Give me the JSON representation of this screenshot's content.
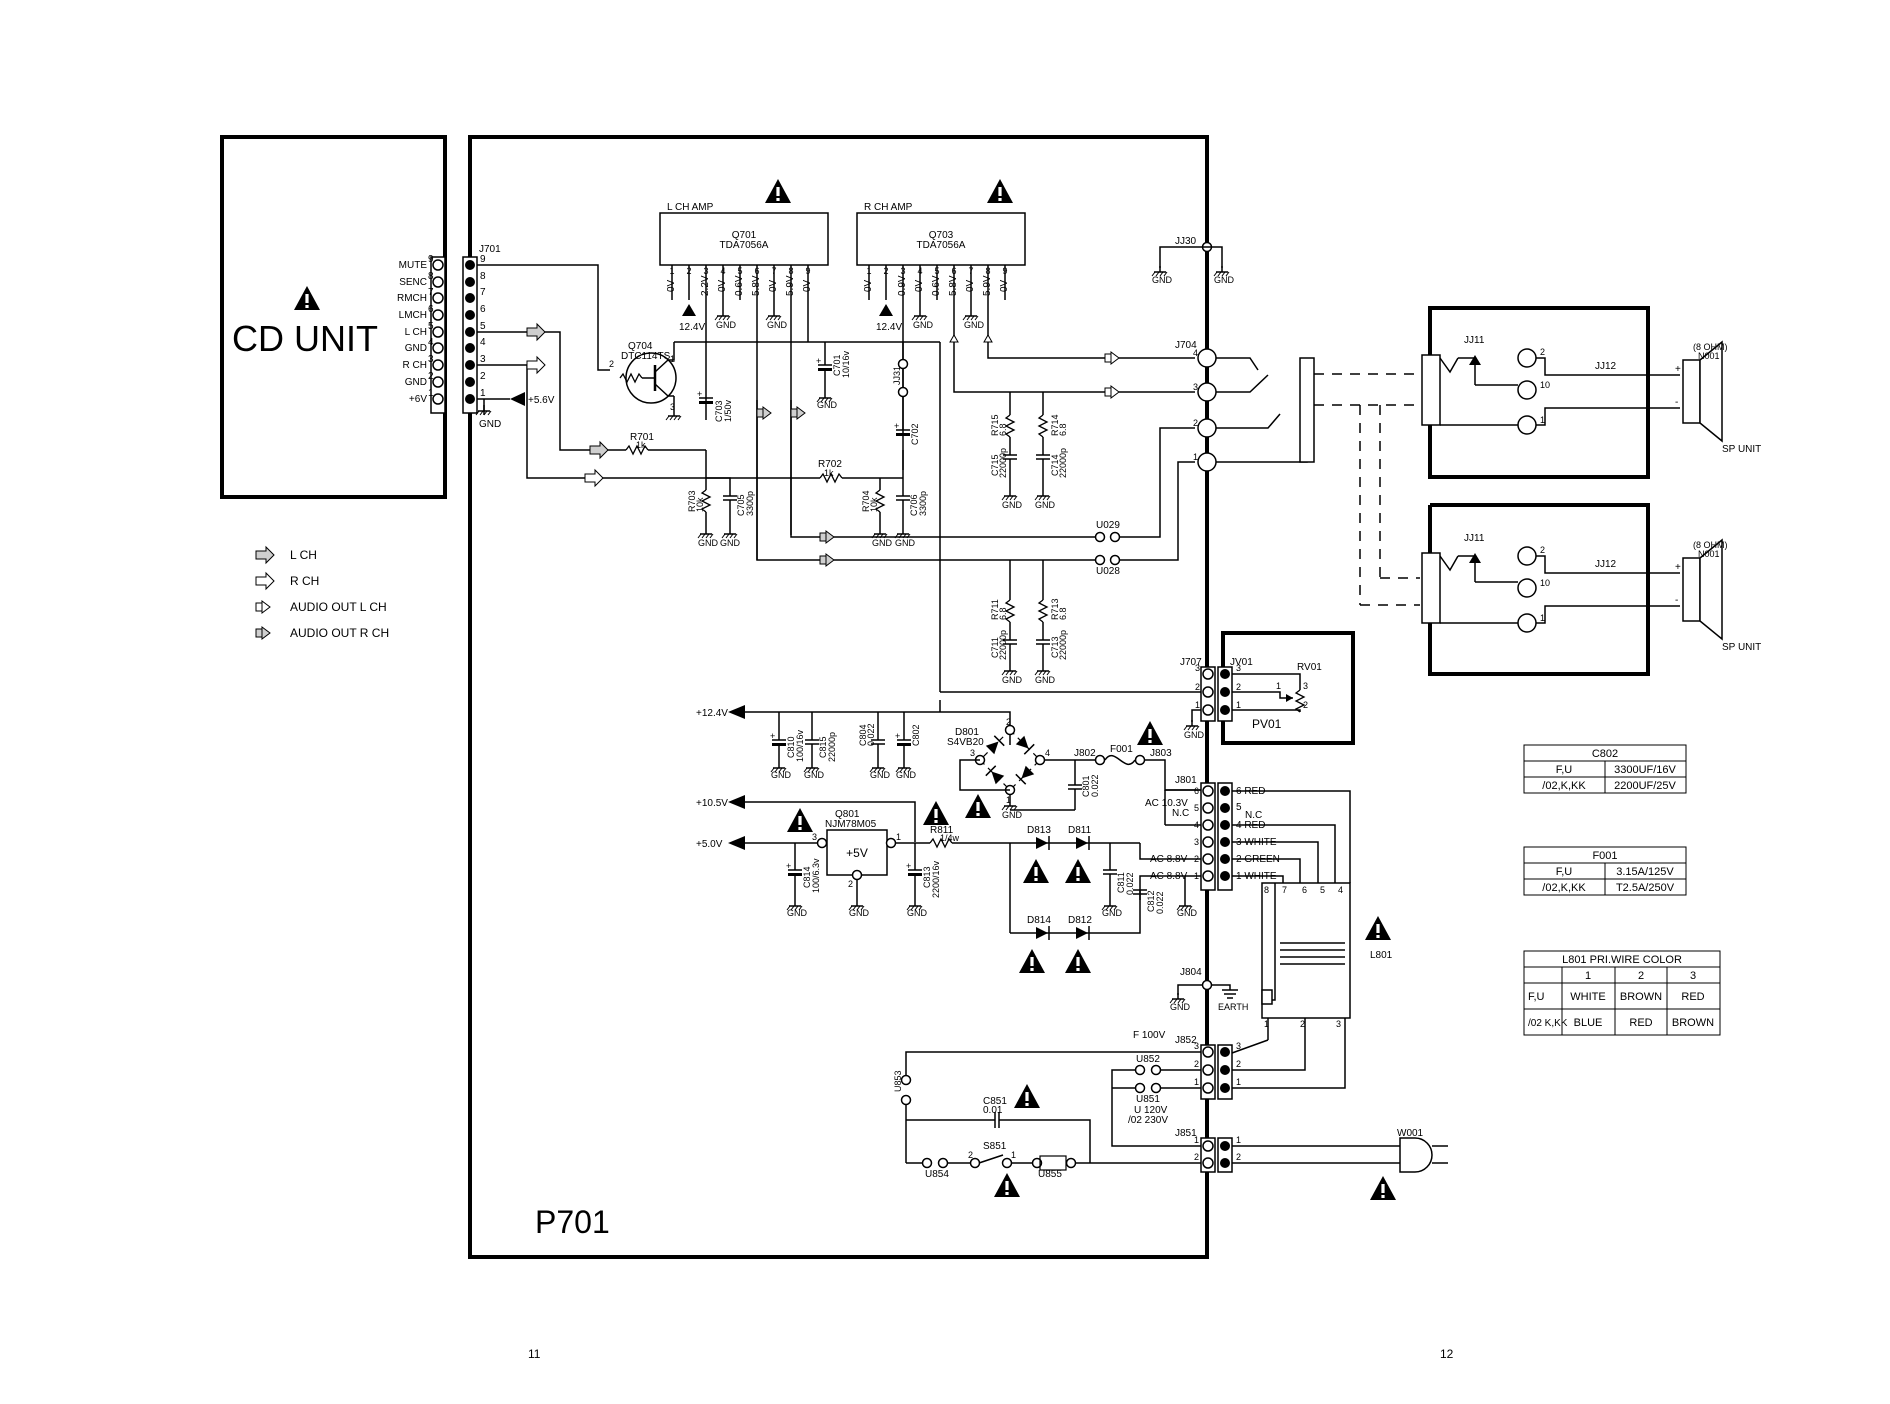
{
  "blocks": {
    "cd_unit": "CD UNIT",
    "p701": "P701",
    "pv01": "PV01",
    "sp_unit": "SP UNIT"
  },
  "page_numbers": {
    "left": "11",
    "right": "12"
  },
  "legend": {
    "l_ch": "L CH",
    "r_ch": "R CH",
    "audio_l": "AUDIO OUT L CH",
    "audio_r": "AUDIO OUT R CH"
  },
  "cd_pins": [
    "MUTE",
    "SENC",
    "RMCH",
    "LMCH",
    "L CH",
    "GND",
    "R CH",
    "GND",
    "+6V"
  ],
  "cd_pin_numbers": [
    "9",
    "8",
    "7",
    "6",
    "5",
    "4",
    "3",
    "2",
    "1"
  ],
  "amps": {
    "l_title": "L CH AMP",
    "l_ref": "Q701",
    "l_part": "TDA7056A",
    "r_title": "R CH AMP",
    "r_ref": "Q703",
    "r_part": "TDA7056A",
    "pins": [
      "1",
      "2",
      "3",
      "4",
      "5",
      "6",
      "7",
      "8",
      "9"
    ],
    "l_volts": [
      "0V",
      "2.2V",
      "0V",
      "0.6V",
      "5.8V",
      "0V",
      "5.9V",
      "0V"
    ],
    "r_volts": [
      "0V",
      "0.9V",
      "0V",
      "0.6V",
      "5.8V",
      "0V",
      "5.9V",
      "0V"
    ],
    "supply": "12.4V"
  },
  "labels": {
    "j701": "J701",
    "jj30": "JJ30",
    "jj31": "JJ31",
    "j704": "J704",
    "j707": "J707",
    "jv01": "JV01",
    "rv01": "RV01",
    "j801": "J801",
    "j802": "J802",
    "j803": "J803",
    "j804": "J804",
    "j851": "J851",
    "j852": "J852",
    "q704": "Q704",
    "q704_part": "DTC114TS",
    "r701": "R701",
    "r701_val": "1k",
    "r702": "R702",
    "r702_val": "1k",
    "r703": "R703",
    "r703_val": "10k",
    "r704": "R704",
    "r704_val": "10k",
    "c703": "C703",
    "c703_val": "1/50v",
    "c701": "C701",
    "c701_val": "10/16v",
    "c702": "C702",
    "c705": "C705",
    "c705_val": "3300p",
    "c706": "C706",
    "c706_val": "3300p",
    "r715": "R715",
    "r715_val": "6.8",
    "r714": "R714",
    "r714_val": "6.8",
    "c715": "C715",
    "c715_val": "22000p",
    "c714": "C714",
    "c714_val": "22000p",
    "r711": "R711",
    "r711_val": "6.8",
    "r713": "R713",
    "r713_val": "6.8",
    "c711": "C711",
    "c711_val": "22000p",
    "c713": "C713",
    "c713_val": "22000p",
    "u029": "U029",
    "u028": "U028",
    "gnd": "GND",
    "earth": "EARTH",
    "v56": "+5.6V",
    "v124": "+12.4V",
    "v105": "+10.5V",
    "v50": "+5.0V",
    "v5": "+5V",
    "c810": "C810",
    "c810_val": "100/16v",
    "c815": "C815",
    "c815_val": "22000p",
    "c804": "C804",
    "c804_val": "0.022",
    "c802": "C802",
    "d801": "D801",
    "d801_part": "S4VB20",
    "f001": "F001",
    "c801": "C801",
    "c801_val": "0.022",
    "q801": "Q801",
    "q801_part": "NJM78M05",
    "r811": "R811",
    "r811_val": "1/4w",
    "c814": "C814",
    "c814_val": "100/6.3v",
    "c813": "C813",
    "c813_val": "2200/16v",
    "d813": "D813",
    "d811": "D811",
    "d814": "D814",
    "d812": "D812",
    "c811": "C811",
    "c811_val": "0.022",
    "c812": "C812",
    "c812_val": "0.022",
    "ac103": "AC 10.3V",
    "nc": "N.C",
    "ac88a": "AC 8.8V",
    "ac88b": "AC 8.8V",
    "red6": "6 RED",
    "nc5": "5",
    "nc5b": "N.C",
    "red4": "4 RED",
    "white3": "3 WHITE",
    "green2": "2 GREEN",
    "white1": "1 WHITE",
    "l801": "L801",
    "f100v": "F 100V",
    "u852": "U852",
    "u851": "U851",
    "u120v": "U 120V",
    "u230v": "/02 230V",
    "u853": "U853",
    "c851": "C851",
    "c851_val": "0.01",
    "s851": "S851",
    "u854": "U854",
    "u855": "U855",
    "w001": "W001",
    "jj11": "JJ11",
    "jj12": "JJ12",
    "ohm": "(8 OHM)",
    "n001": "N001"
  },
  "tables": {
    "c802": {
      "title": "C802",
      "rows": [
        [
          "F,U",
          "3300UF/16V"
        ],
        [
          "/02,K,KK",
          "2200UF/25V"
        ]
      ]
    },
    "f001": {
      "title": "F001",
      "rows": [
        [
          "F,U",
          "3.15A/125V"
        ],
        [
          "/02,K,KK",
          "T2.5A/250V"
        ]
      ]
    },
    "l801": {
      "title": "L801 PRI.WIRE COLOR",
      "header": [
        "",
        "1",
        "2",
        "3"
      ],
      "rows": [
        [
          "F,U",
          "WHITE",
          "BROWN",
          "RED"
        ],
        [
          "/02 K,KK",
          "BLUE",
          "RED",
          "BROWN"
        ]
      ]
    }
  }
}
